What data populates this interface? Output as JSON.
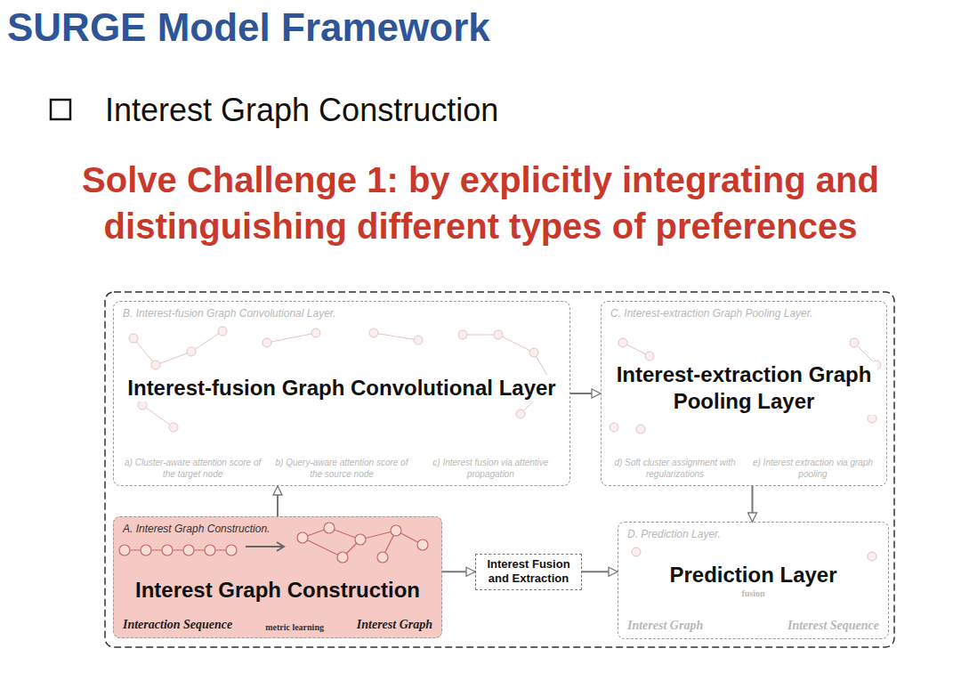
{
  "diagram": {
    "title": "SURGE Model Framework",
    "nodes": [
      {
        "text": [
          "B. Interest-fusion Graph Convolutional Layer.",
          "Interest-fusion Graph Convolutional Layer",
          "a) Cluster-aware attention score of the target node",
          "b) Query-aware attention score of the source node",
          "c) Interest fusion via attentive propagation"
        ]
      },
      {
        "text": [
          "C. Interest-extraction Graph Pooling Layer.",
          "Interest-extraction Graph Pooling Layer",
          "d) Soft cluster assignment with regularizations",
          "e) Interest extraction via graph pooling"
        ]
      },
      {
        "text": [
          "A. Interest Graph Construction.",
          "Interest Graph Construction",
          "metric learning",
          "Interaction Sequence",
          "Interest Graph"
        ]
      },
      {
        "text": [
          "Interest Fusion and Extraction"
        ]
      },
      {
        "text": [
          "D. Prediction Layer.",
          "Prediction Layer",
          "fusion",
          "Interest Graph",
          "Interest Sequence"
        ]
      }
    ],
    "edges": [
      {
        "from": 2,
        "to": 0,
        "arrow": "to"
      },
      {
        "from": 0,
        "to": 1,
        "arrow": "to"
      },
      {
        "from": 1,
        "to": 4,
        "arrow": "to"
      },
      {
        "from": 2,
        "to": 3,
        "arrow": "to"
      },
      {
        "from": 3,
        "to": 4,
        "arrow": "to"
      }
    ],
    "labels": [
      "Interest Graph Construction",
      "Solve Challenge 1: by explicitly integrating and distinguishing different types of preferences"
    ]
  }
}
